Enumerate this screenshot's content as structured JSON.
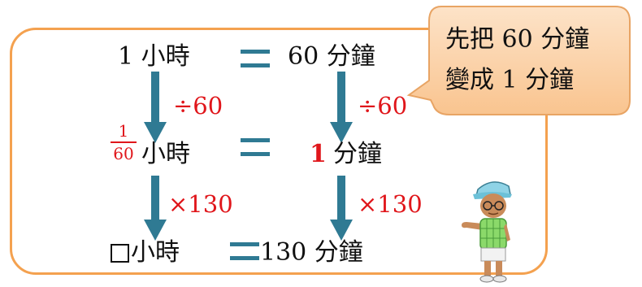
{
  "bubble": {
    "line1": "先把 60 分鐘",
    "line2": "變成 1 分鐘"
  },
  "rows": [
    {
      "left": "1 小時",
      "right": "60 分鐘"
    },
    {
      "left_unit": "小時",
      "right_value": "1",
      "right_unit": "分鐘"
    },
    {
      "left_unit": "小時",
      "right": "130 分鐘"
    }
  ],
  "fraction": {
    "numerator": "1",
    "denominator": "60"
  },
  "operations": {
    "left_top": "÷60",
    "right_top": "÷60",
    "left_bottom": "×130",
    "right_bottom": "×130"
  },
  "colors": {
    "frame_border": "#f4a14f",
    "bubble_fill": "#fcd3a9",
    "arrow": "#2f7a93",
    "accent_red": "#e0161b"
  }
}
